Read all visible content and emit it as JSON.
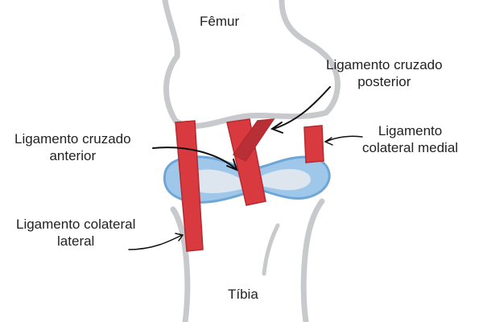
{
  "labels": {
    "femur": "Fêmur",
    "tibia": "Tíbia",
    "pcl_line1": "Ligamento cruzado",
    "pcl_line2": "posterior",
    "acl_line1": "Ligamento cruzado",
    "acl_line2": "anterior",
    "mcl_line1": "Ligamento",
    "mcl_line2": "colateral medial",
    "lcl_line1": "Ligamento colateral",
    "lcl_line2": "lateral"
  },
  "colors": {
    "bone_outline": "#c7c9cc",
    "ligament": "#d93a3f",
    "meniscus": "#9ec7ea",
    "meniscus_dark": "#6fa6d8"
  }
}
